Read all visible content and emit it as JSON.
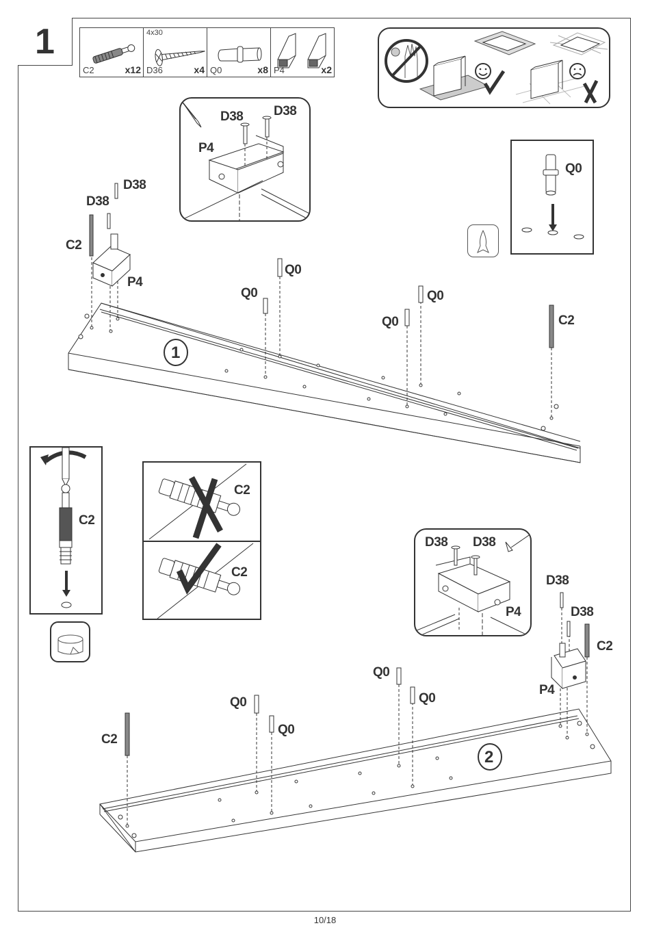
{
  "step": {
    "number": "1"
  },
  "parts": [
    {
      "code": "C2",
      "qty": "x12",
      "name": "cam-bolt"
    },
    {
      "code": "D36",
      "qty": "x4",
      "size": "4x30",
      "name": "wood-screw"
    },
    {
      "code": "Q0",
      "qty": "x8",
      "name": "dowel-pin"
    },
    {
      "code": "P4",
      "qty": "x2",
      "name": "bracket"
    }
  ],
  "warning_panel": {
    "description": "Keep away from children; assemble on soft surface (ok) not on hard floor (not ok)"
  },
  "detail_top": {
    "screws": [
      "D38",
      "D38"
    ],
    "bracket": "P4"
  },
  "detail_q0": {
    "label": "Q0"
  },
  "panel1": {
    "number": "1",
    "labels": {
      "c2_left": "C2",
      "d38_a": "D38",
      "d38_b": "D38",
      "p4": "P4",
      "q0_a": "Q0",
      "q0_b": "Q0",
      "q0_c": "Q0",
      "q0_d": "Q0",
      "c2_right": "C2"
    }
  },
  "detail_c2_insert": {
    "label": "C2"
  },
  "detail_c2_wrong": {
    "label": "C2"
  },
  "detail_c2_right": {
    "label": "C2"
  },
  "detail_bottom": {
    "screws": [
      "D38",
      "D38"
    ],
    "bracket": "P4"
  },
  "panel2": {
    "number": "2",
    "labels": {
      "d38_a": "D38",
      "d38_b": "D38",
      "c2_right": "C2",
      "p4": "P4",
      "q0_a": "Q0",
      "q0_b": "Q0",
      "q0_c": "Q0",
      "q0_d": "Q0",
      "c2_left": "C2"
    }
  },
  "footer": {
    "page": "10/18"
  }
}
